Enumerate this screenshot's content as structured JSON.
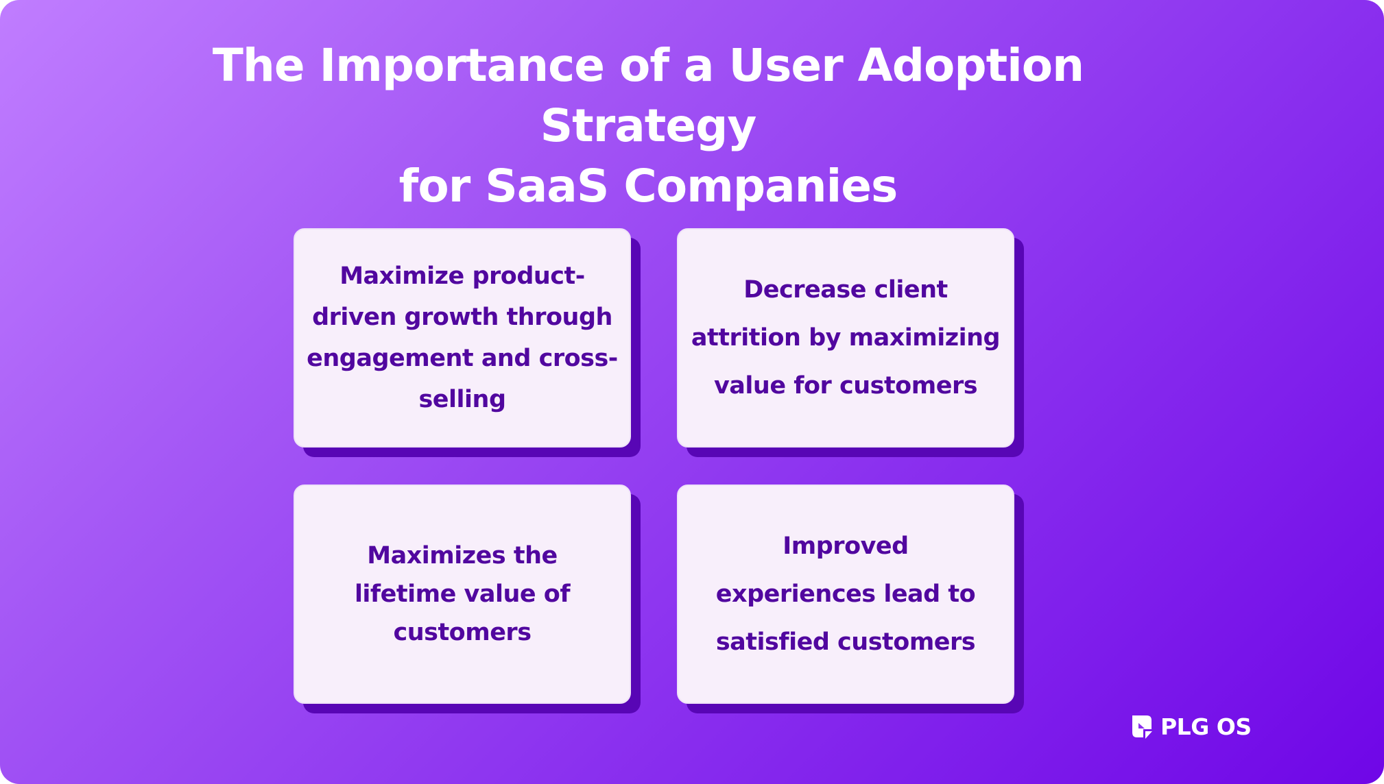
{
  "title": {
    "line1": "The Importance of a User Adoption Strategy",
    "line2": "for SaaS Companies"
  },
  "cards": [
    {
      "text": "Maximize product-driven growth through engagement and cross-selling"
    },
    {
      "text": "Decrease client attrition by maximizing value for customers"
    },
    {
      "text": "Maximizes the lifetime value of customers"
    },
    {
      "text": "Improved experiences lead to satisfied customers"
    }
  ],
  "brand": {
    "name": "PLG OS",
    "icon": "plg-os-logo-icon"
  },
  "colors": {
    "gradient_start": "#c07dff",
    "gradient_end": "#6f06e7",
    "card_background": "#f8effb",
    "card_shadow": "#5806b5",
    "card_text": "#51079f",
    "title_text": "#ffffff"
  }
}
